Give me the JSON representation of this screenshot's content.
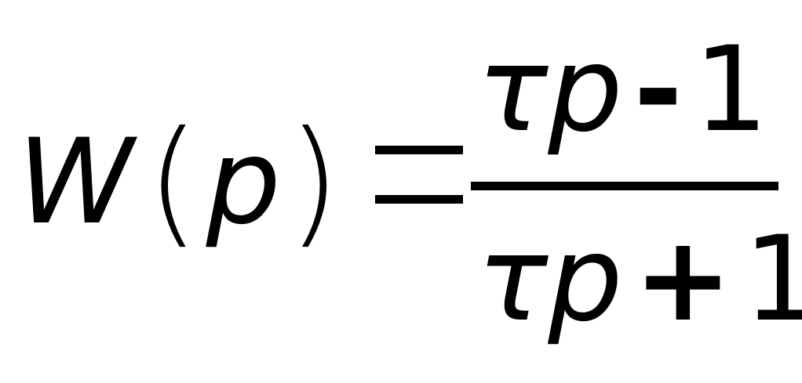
{
  "formula": {
    "lhs": {
      "function": "W",
      "open_paren": "(",
      "variable": "p",
      "close_paren": ")"
    },
    "equals": "=",
    "numerator": {
      "tau": "τ",
      "p": "p",
      "operator": "-",
      "constant": "1"
    },
    "denominator": {
      "tau": "τ",
      "p": "p",
      "operator": "+",
      "constant": "1"
    }
  }
}
